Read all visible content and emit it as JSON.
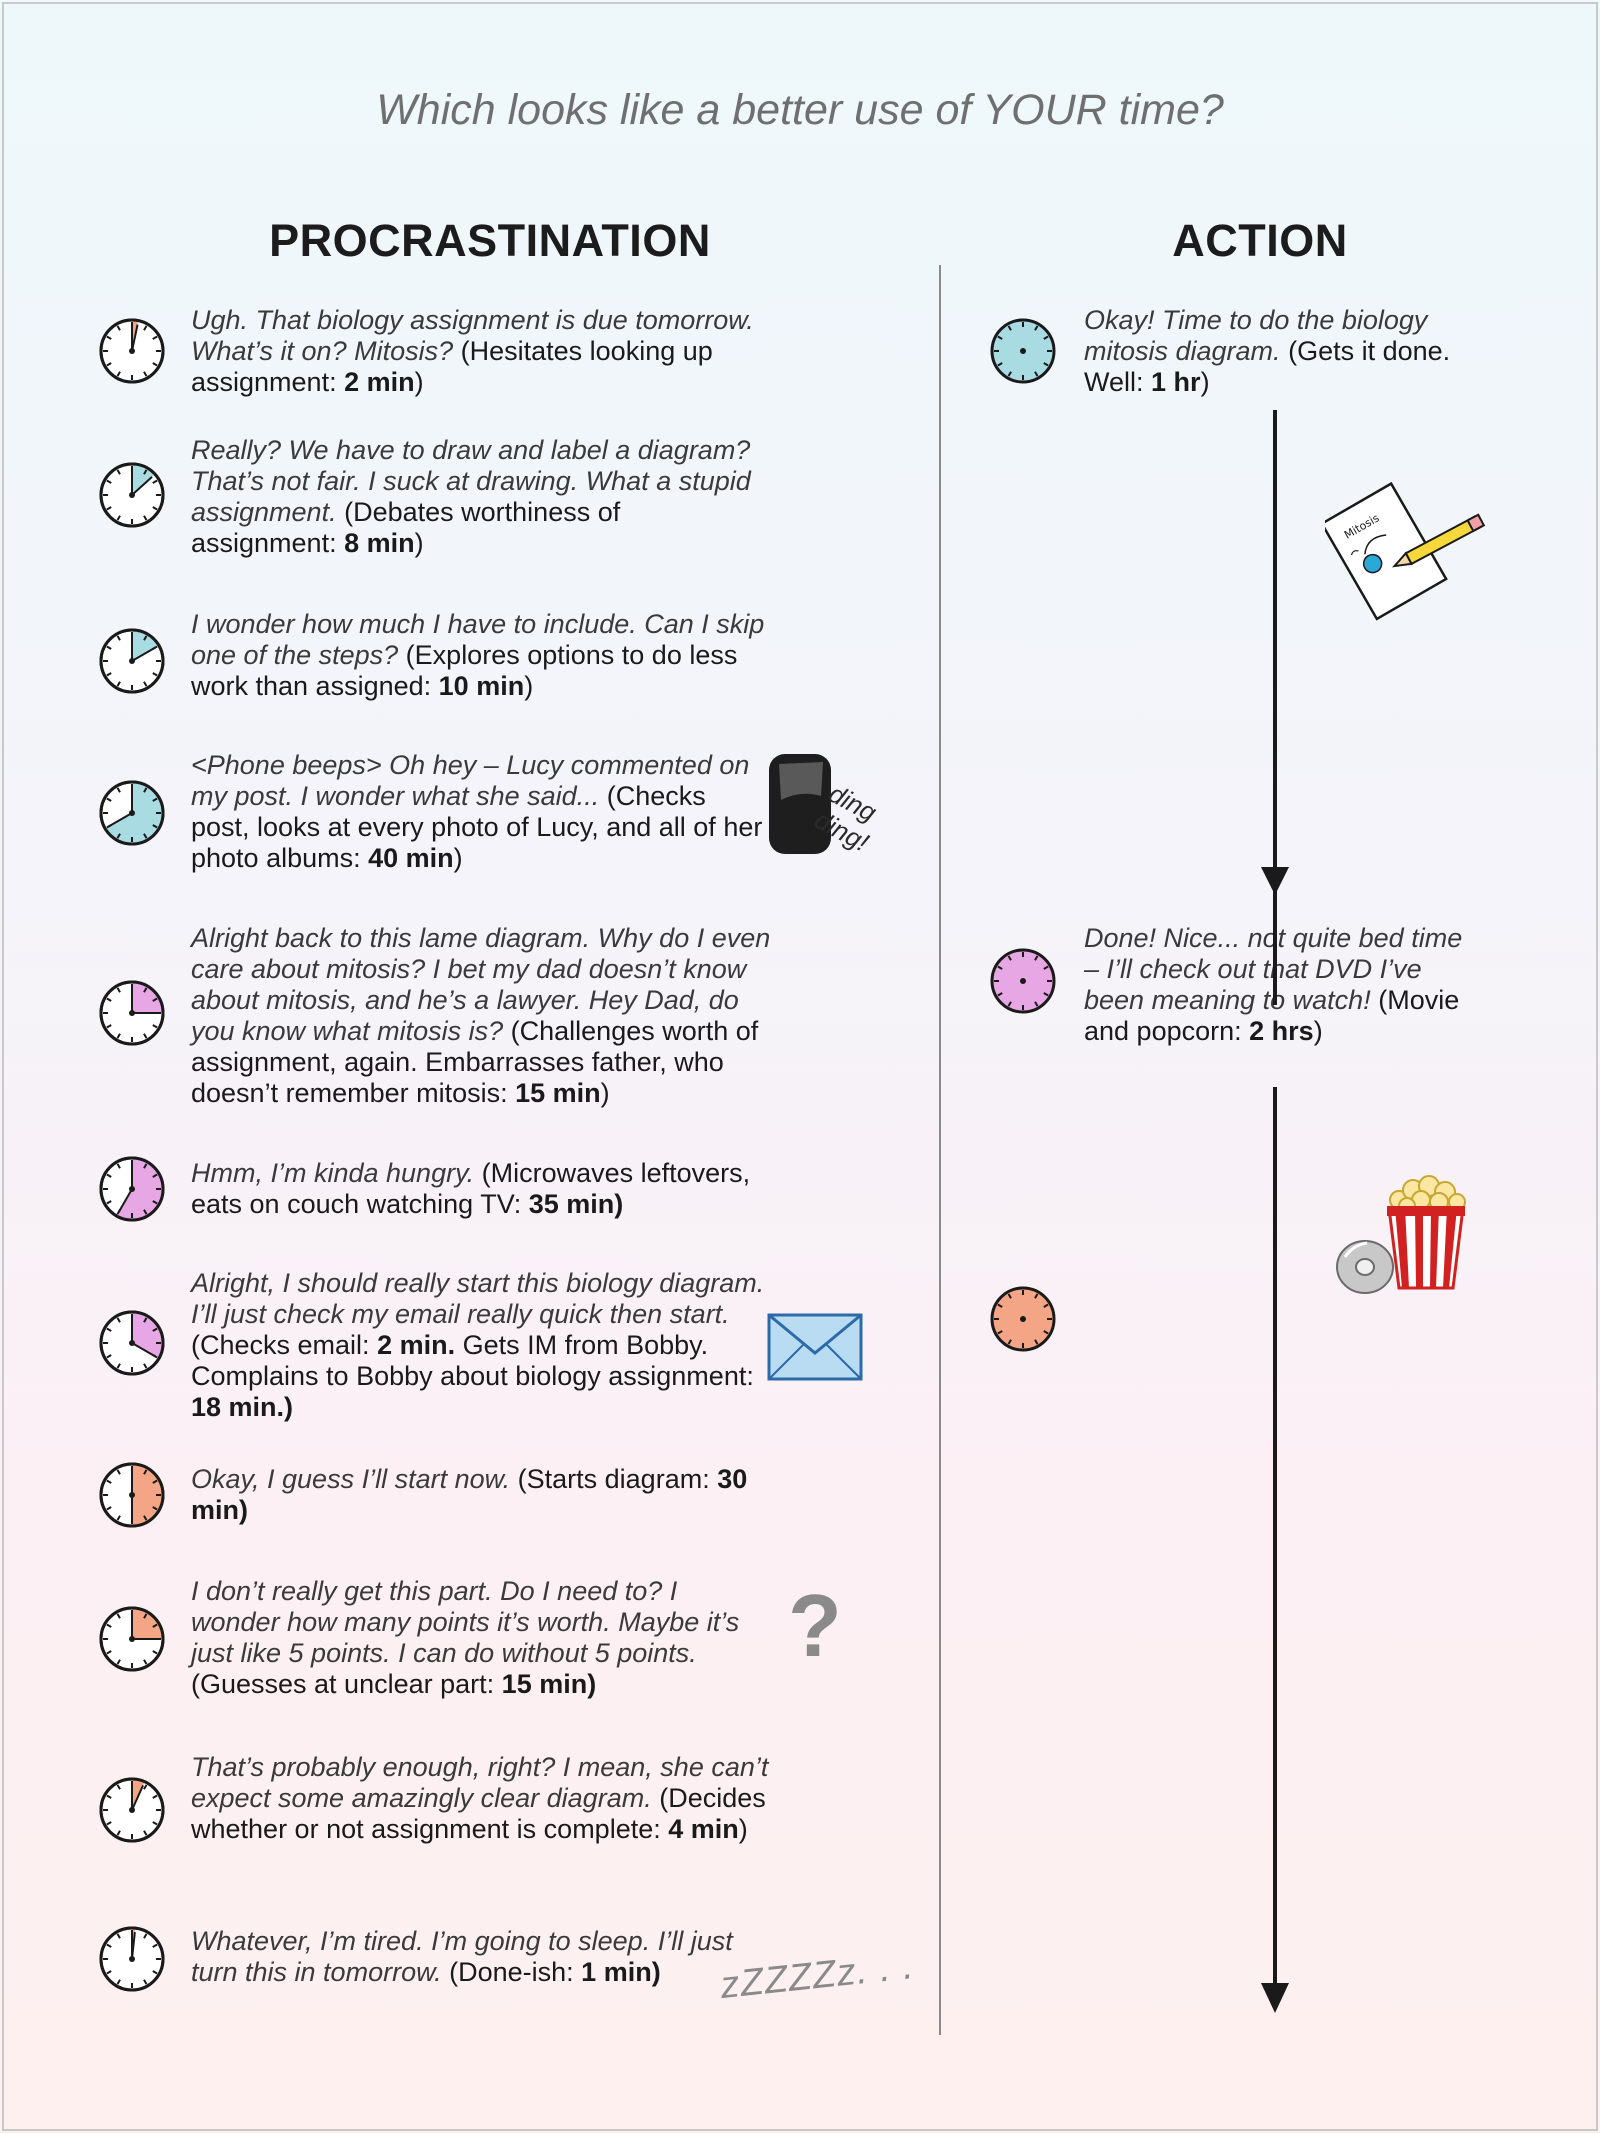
{
  "title": "Which looks like a better use of YOUR time?",
  "columns": {
    "procrastination": "PROCRASTINATION",
    "action": "ACTION"
  },
  "procrastination": [
    {
      "quote": "Ugh. That biology assignment is due tomorrow. What’s it on? Mitosis?",
      "note": "(Hesitates looking up assignment:",
      "time": "2 min",
      "close": ")",
      "clock_fill_fraction": 0.033,
      "clock_color": "#f4a585"
    },
    {
      "quote": "Really? We have to draw and label a diagram? That’s not fair. I suck at drawing. What a stupid assignment.",
      "note": "(Debates worthiness of assignment:",
      "time": "8 min",
      "close": ")",
      "clock_fill_fraction": 0.133,
      "clock_color": "#a9dbe3"
    },
    {
      "quote": "I wonder how much I have to include. Can I skip one of the steps?",
      "note": "(Explores options to do less work than assigned:",
      "time": "10 min",
      "close": ")",
      "clock_fill_fraction": 0.167,
      "clock_color": "#a9dbe3"
    },
    {
      "quote": "<Phone beeps> Oh hey – Lucy commented on my post. I wonder what she said...",
      "note": "(Checks post, looks at every photo of Lucy, and all of her photo albums:",
      "time": "40 min",
      "close": ")",
      "clock_fill_fraction": 0.667,
      "clock_color": "#a9dbe3"
    },
    {
      "quote": "Alright back to this lame diagram. Why do I even care about mitosis? I bet my dad doesn’t know about mitosis, and he’s a lawyer. Hey Dad, do you know what mitosis is?",
      "note": "(Challenges worth of assignment, again. Embarrasses father, who doesn’t remember mitosis:",
      "time": "15 min",
      "close": ")",
      "clock_fill_fraction": 0.25,
      "clock_color": "#e7a6e4"
    },
    {
      "quote": "Hmm, I’m kinda hungry.",
      "note": "(Microwaves leftovers, eats on couch watching TV:",
      "time": "35 min)",
      "close": "",
      "clock_fill_fraction": 0.583,
      "clock_color": "#e7a6e4"
    },
    {
      "quote": "Alright, I should really start this biology diagram. I’ll just check my email really quick then start.",
      "note": "(Checks email:",
      "time": "2 min.",
      "note2": "Gets IM from Bobby. Complains to Bobby about biology assignment:",
      "time2": "18 min.)",
      "clock_fill_fraction": 0.333,
      "clock_color": "#e7a6e4"
    },
    {
      "quote": "Okay, I guess I’ll start now.",
      "note": "(Starts diagram:",
      "time": "30 min)",
      "close": "",
      "clock_fill_fraction": 0.5,
      "clock_color": "#f4a585"
    },
    {
      "quote": "I don’t really get this part. Do I need to? I wonder how many points it’s worth. Maybe it’s just like 5 points. I can do without 5 points.",
      "note": "(Guesses at unclear part:",
      "time": "15 min)",
      "close": "",
      "clock_fill_fraction": 0.25,
      "clock_color": "#f4a585"
    },
    {
      "quote": "That’s probably enough, right? I mean, she can’t expect some amazingly clear diagram.",
      "note": "(Decides whether or not assignment is complete:",
      "time": "4 min",
      "close": ")",
      "clock_fill_fraction": 0.067,
      "clock_color": "#f4a585"
    },
    {
      "quote": "Whatever, I’m tired. I’m going to sleep. I’ll just turn this in tomorrow.",
      "note": "(Done-ish:",
      "time": "1 min)",
      "close": "",
      "clock_fill_fraction": 0.017,
      "clock_color": "#f4a585"
    }
  ],
  "action": [
    {
      "quote": "Okay! Time to do the biology mitosis diagram.",
      "note": "(Gets it done. Well:",
      "time": "1 hr",
      "close": ")",
      "clock_color": "#a9dbe3"
    },
    {
      "quote": "Done! Nice... not quite bed time – I’ll check out that DVD I’ve been meaning to watch!",
      "note": "(Movie and popcorn:",
      "time": "2 hrs",
      "close": ")",
      "clock_color": "#e7a6e4"
    },
    {
      "clock_color": "#f4a585"
    }
  ],
  "decorations": {
    "ding_line1": "ding",
    "ding_line2": "ding!",
    "paper_label": "Mitosis",
    "question_mark": "?",
    "snore": "zZZZZz. . ."
  },
  "icons": [
    "phone-icon",
    "envelope-icon",
    "question-mark-icon",
    "sleep-icon",
    "paper-pencil-icon",
    "popcorn-icon",
    "dvd-icon"
  ]
}
